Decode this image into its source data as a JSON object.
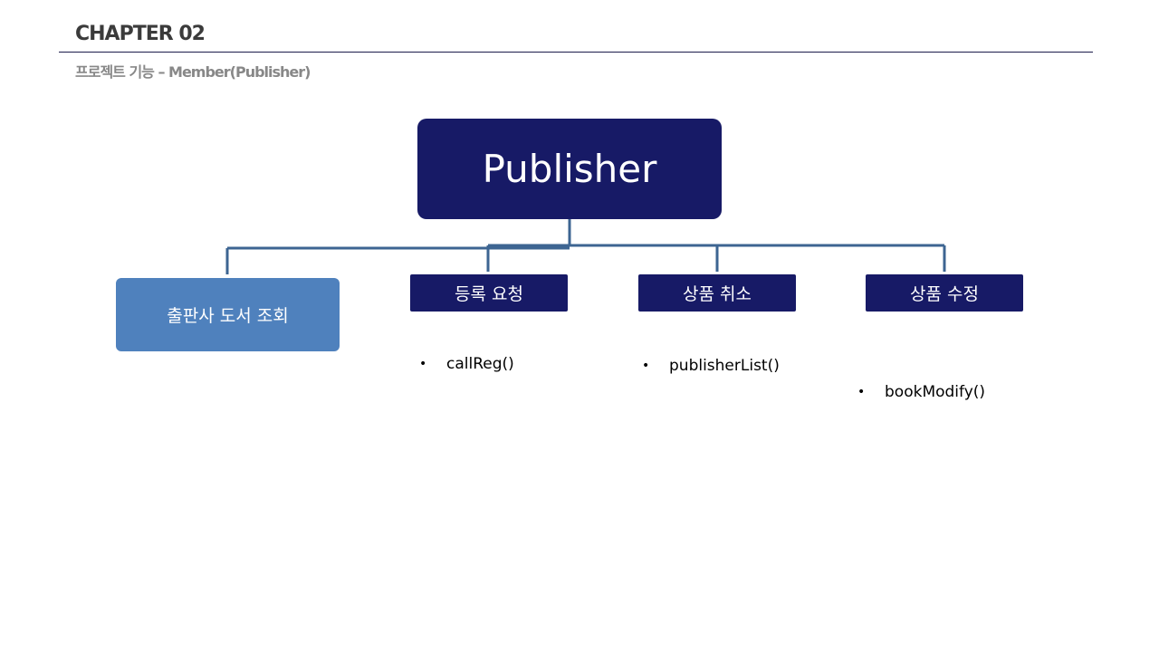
{
  "header": {
    "chapter": "CHAPTER 02",
    "subtitle": "프로젝트 기능 – Member(Publisher)"
  },
  "diagram": {
    "root": {
      "label": "Publisher"
    },
    "children": [
      {
        "label": "출판사 도서 조회",
        "methods": []
      },
      {
        "label": "등록 요청",
        "methods": [
          "callReg()"
        ]
      },
      {
        "label": "상품 취소",
        "methods": [
          "publisherList()"
        ]
      },
      {
        "label": "상품 수정",
        "methods": [
          "bookModify()"
        ]
      }
    ],
    "colors": {
      "root_fill": "#171a66",
      "child_dark_fill": "#171a66",
      "child_light_fill": "#4f81bd",
      "connector": "#3d6592",
      "rule": "#1c1c4a",
      "chapter_text": "#3b3b3b",
      "subtitle_text": "#888888"
    },
    "bullet": "•"
  }
}
